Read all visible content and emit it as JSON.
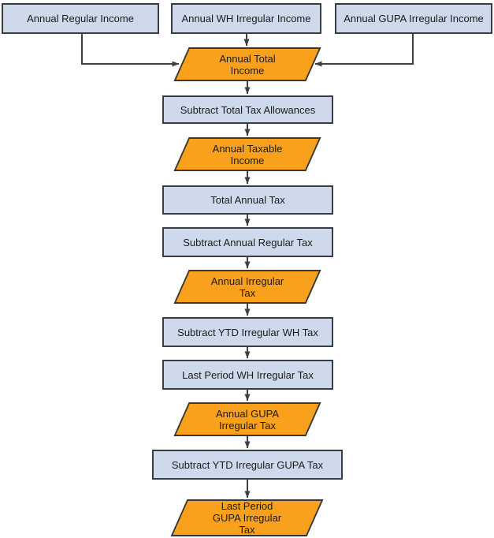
{
  "diagram": {
    "type": "flowchart",
    "description": "Irregular income tax calculation flow"
  },
  "colors": {
    "process_fill": "#CEDAEC",
    "process_border": "#3A3E44",
    "data_fill": "#F9A11C",
    "data_border": "#33383D",
    "arrow": "#3E4044",
    "text": "#1B1B1B",
    "background": "#FFFFFF"
  },
  "nodes": [
    {
      "id": "annual-regular-income",
      "shape": "rectangle",
      "label": "Annual Regular Income"
    },
    {
      "id": "annual-wh-irregular-income",
      "shape": "rectangle",
      "label": "Annual WH Irregular Income"
    },
    {
      "id": "annual-gupa-irregular-income",
      "shape": "rectangle",
      "label": "Annual GUPA Irregular Income"
    },
    {
      "id": "annual-total-income",
      "shape": "parallelogram",
      "label": "Annual Total\nIncome"
    },
    {
      "id": "subtract-total-tax-allowances",
      "shape": "rectangle",
      "label": "Subtract Total Tax Allowances"
    },
    {
      "id": "annual-taxable-income",
      "shape": "parallelogram",
      "label": "Annual Taxable\nIncome"
    },
    {
      "id": "total-annual-tax",
      "shape": "rectangle",
      "label": "Total Annual Tax"
    },
    {
      "id": "subtract-annual-regular-tax",
      "shape": "rectangle",
      "label": "Subtract Annual Regular Tax"
    },
    {
      "id": "annual-irregular-tax",
      "shape": "parallelogram",
      "label": "Annual Irregular\nTax"
    },
    {
      "id": "subtract-ytd-irregular-wh-tax",
      "shape": "rectangle",
      "label": "Subtract YTD Irregular WH Tax"
    },
    {
      "id": "last-period-wh-irregular-tax",
      "shape": "rectangle",
      "label": "Last Period WH Irregular Tax"
    },
    {
      "id": "annual-gupa-irregular-tax",
      "shape": "parallelogram",
      "label": "Annual GUPA\nIrregular Tax"
    },
    {
      "id": "subtract-ytd-irregular-gupa-tax",
      "shape": "rectangle",
      "label": "Subtract YTD Irregular GUPA Tax"
    },
    {
      "id": "last-period-gupa-irregular-tax",
      "shape": "parallelogram",
      "label": "Last Period\nGUPA Irregular\nTax"
    }
  ],
  "edges": [
    {
      "from": "annual-regular-income",
      "to": "annual-total-income"
    },
    {
      "from": "annual-wh-irregular-income",
      "to": "annual-total-income"
    },
    {
      "from": "annual-gupa-irregular-income",
      "to": "annual-total-income"
    },
    {
      "from": "annual-total-income",
      "to": "subtract-total-tax-allowances"
    },
    {
      "from": "subtract-total-tax-allowances",
      "to": "annual-taxable-income"
    },
    {
      "from": "annual-taxable-income",
      "to": "total-annual-tax"
    },
    {
      "from": "total-annual-tax",
      "to": "subtract-annual-regular-tax"
    },
    {
      "from": "subtract-annual-regular-tax",
      "to": "annual-irregular-tax"
    },
    {
      "from": "annual-irregular-tax",
      "to": "subtract-ytd-irregular-wh-tax"
    },
    {
      "from": "subtract-ytd-irregular-wh-tax",
      "to": "last-period-wh-irregular-tax"
    },
    {
      "from": "last-period-wh-irregular-tax",
      "to": "annual-gupa-irregular-tax"
    },
    {
      "from": "annual-gupa-irregular-tax",
      "to": "subtract-ytd-irregular-gupa-tax"
    },
    {
      "from": "subtract-ytd-irregular-gupa-tax",
      "to": "last-period-gupa-irregular-tax"
    }
  ]
}
